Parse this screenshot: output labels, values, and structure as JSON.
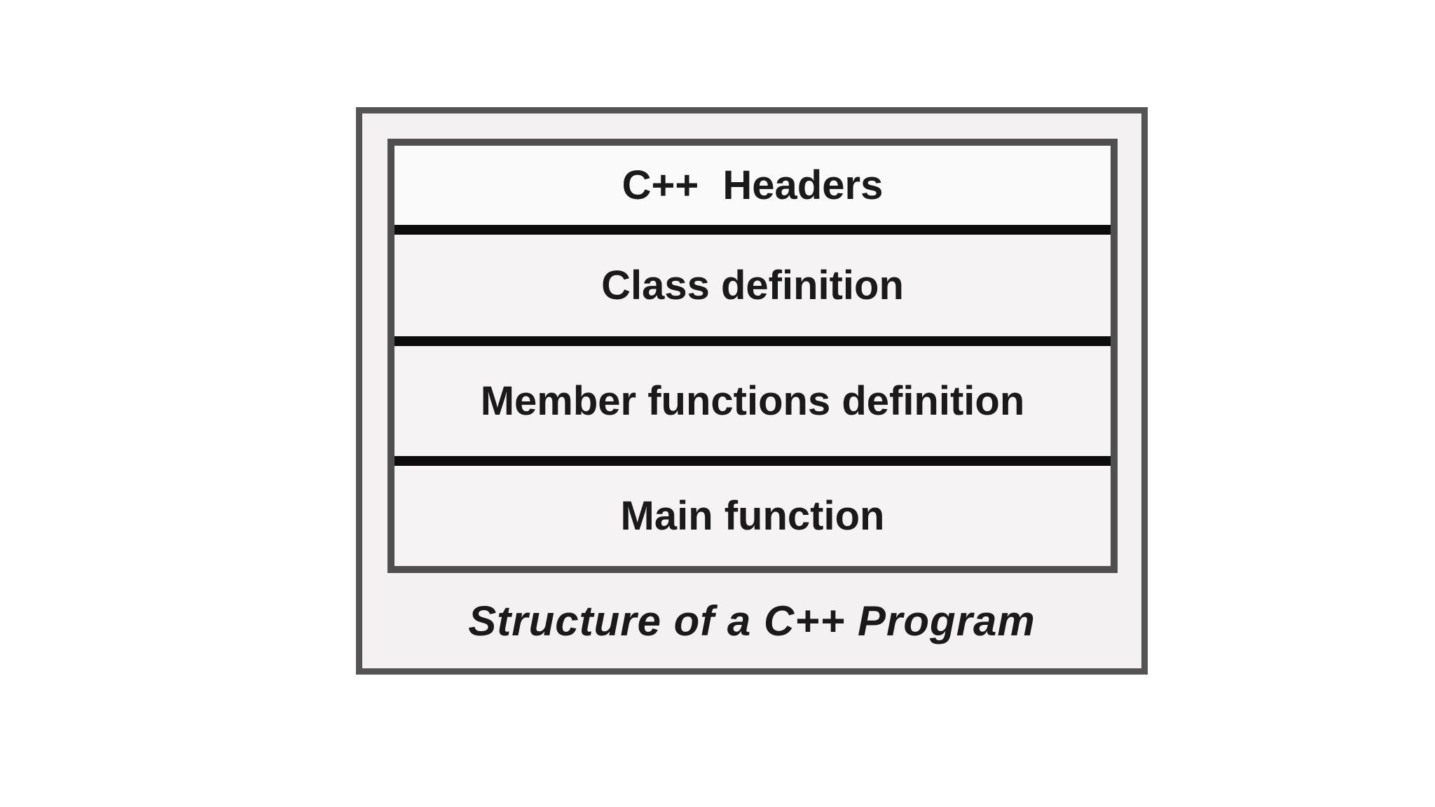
{
  "diagram": {
    "title": "Structure of a C++ Program",
    "rows": [
      {
        "label": "C++ Headers"
      },
      {
        "label": "Class definition"
      },
      {
        "label": "Member functions definition"
      },
      {
        "label": "Main function"
      }
    ],
    "caption": "Structure of a C++ Program",
    "colors": {
      "frame_border": "#545454",
      "divider": "#0c0c0c",
      "outer_fill": "#f3f1f1",
      "row_fill": "#f5f3f3",
      "top_row_fill": "#fbfafa",
      "text": "#1a1a1a",
      "page_background": "#ffffff"
    }
  }
}
